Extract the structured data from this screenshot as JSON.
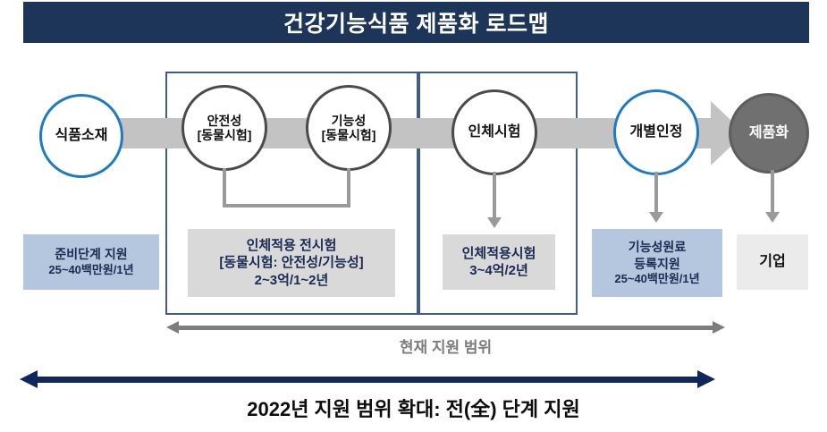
{
  "header": {
    "title": "건강기능식품 제품화 로드맵",
    "bg_color": "#1c3559",
    "text_color": "#ffffff"
  },
  "process": {
    "band_color": "#c3c3c3",
    "nodes": [
      {
        "id": "food-material",
        "label": "식품소재",
        "label2": "",
        "style": "blue",
        "border_color": "#1f7ac4"
      },
      {
        "id": "safety",
        "label": "안전성",
        "label2": "[동물시험]",
        "style": "grey",
        "border_color": "#4a4a4a"
      },
      {
        "id": "functionality",
        "label": "기능성",
        "label2": "[동물시험]",
        "style": "grey",
        "border_color": "#4a4a4a"
      },
      {
        "id": "human-trial",
        "label": "인체시험",
        "label2": "",
        "style": "grey",
        "border_color": "#4a4a4a"
      },
      {
        "id": "individual-approval",
        "label": "개별인정",
        "label2": "",
        "style": "blue",
        "border_color": "#1f7ac4"
      },
      {
        "id": "productization",
        "label": "제품화",
        "label2": "",
        "style": "filled",
        "fill_color": "#707070"
      }
    ]
  },
  "phase_boxes": {
    "preclinical_border": "#3f5e86",
    "clinical_border": "#3f5e86"
  },
  "support": {
    "prep": {
      "line1": "준비단계 지원",
      "line2": "25~40백만원/1년",
      "bg_color": "#b4c7de",
      "text_color": "#1a2a52"
    },
    "preclinical": {
      "line1": "인체적용 전시험",
      "line2": "[동물시험: 안전성/기능성]",
      "line3": "2~3억/1~2년",
      "bg_color": "#d9d9d9",
      "text_color": "#1a2a52"
    },
    "clinical": {
      "line1": "인체적용시험",
      "line2": "3~4억/2년",
      "bg_color": "#d9d9d9",
      "text_color": "#1a2a52"
    },
    "registration": {
      "line1": "기능성원료",
      "line2": "등록지원",
      "line3": "25~40백만원/1년",
      "bg_color": "#b4c7de",
      "text_color": "#1a2a52"
    },
    "company": {
      "line1": "기업",
      "bg_color": "#ebebeb",
      "text_color": "#111111"
    }
  },
  "scope": {
    "current": {
      "label": "현재 지원 범위",
      "color": "#7d7d7d"
    },
    "expanded": {
      "label": "2022년 지원 범위 확대: 전(全) 단계 지원",
      "arrow_color": "#10275c",
      "text_color": "#0d0d0d"
    }
  }
}
